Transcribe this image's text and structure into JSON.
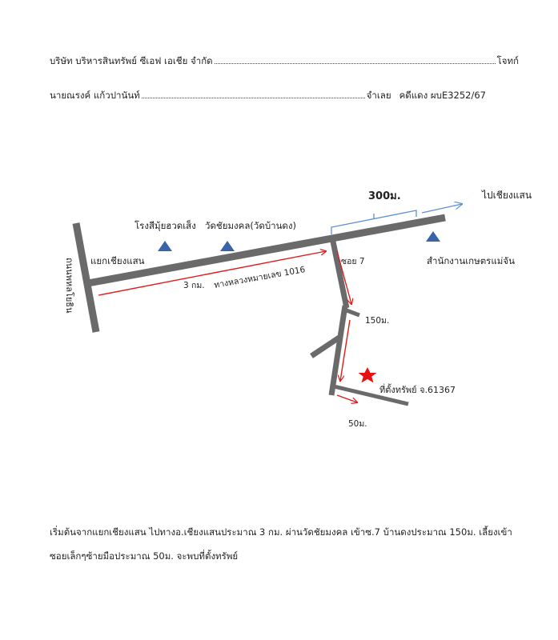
{
  "header": {
    "company": "บริษัท บริหารสินทรัพย์ ซีเอฟ เอเชีย จำกัด",
    "plaintiff_suffix": "โจทก์",
    "defendant": "นายณรงค์ แก้วปานันท์",
    "defendant_suffix": "จำเลย",
    "case_label": "คดีแดง ผบE3252/67"
  },
  "map": {
    "distance_top": "300ม.",
    "to_chiang_saen": "ไปเชียงแสน",
    "hospital": "โรงสีมุ้ยฮวดเส็ง",
    "temple": "วัดชัยมงคล(วัดบ้านดง)",
    "junction": "แยกเชียงแสน",
    "road_side": "ถนนพหลโยธิน",
    "soi": "ซอย 7",
    "agri_office": "สำนักงานเกษตรแม่จัน",
    "highway": "ทางหลวงหมายเลข 1016",
    "km": "3 กม.",
    "dist_150": "150ม.",
    "property": "ที่ตั้งทรัพย์ จ.61367",
    "dist_50": "50ม.",
    "colors": {
      "road": "#6a6a6a",
      "arrow_red": "#e01b1b",
      "arrow_blue": "#5b8fd6",
      "marker": "#3a64a8",
      "star": "#e81010"
    }
  },
  "description": {
    "line1": "เริ่มต้นจากแยกเชียงแสน ไปทางอ.เชียงแสนประมาณ 3 กม. ผ่านวัดชัยมงคล เข้าซ.7 บ้านดงประมาณ 150ม. เลี้ยงเข้า",
    "line2": "ซอยเล็กๆซ้ายมือประมาณ 50ม. จะพบที่ตั้งทรัพย์"
  }
}
